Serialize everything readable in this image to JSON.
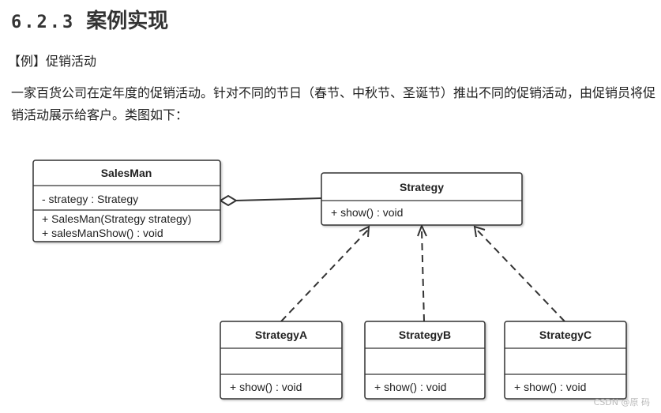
{
  "section": {
    "number": "6.2.3",
    "title": "案例实现"
  },
  "example_label": "【例】促销活动",
  "description": "一家百货公司在定年度的促销活动。针对不同的节日（春节、中秋节、圣诞节）推出不同的促销活动，由促销员将促销活动展示给客户。类图如下：",
  "diagram": {
    "classes": {
      "salesman": {
        "name": "SalesMan",
        "attributes": [
          "- strategy : Strategy"
        ],
        "methods": [
          "+ SalesMan(Strategy strategy)",
          "+ salesManShow() : void"
        ]
      },
      "strategy": {
        "name": "Strategy",
        "attributes": [],
        "methods": [
          "+ show() : void"
        ]
      },
      "strategy_a": {
        "name": "StrategyA",
        "attributes": [],
        "methods": [
          "+ show() : void"
        ]
      },
      "strategy_b": {
        "name": "StrategyB",
        "attributes": [],
        "methods": [
          "+ show() : void"
        ]
      },
      "strategy_c": {
        "name": "StrategyC",
        "attributes": [],
        "methods": [
          "+ show() : void"
        ]
      }
    },
    "relations": [
      {
        "type": "aggregation",
        "from": "salesman",
        "to": "strategy"
      },
      {
        "type": "realization",
        "from": "strategy_a",
        "to": "strategy"
      },
      {
        "type": "realization",
        "from": "strategy_b",
        "to": "strategy"
      },
      {
        "type": "realization",
        "from": "strategy_c",
        "to": "strategy"
      }
    ]
  },
  "watermark": "CSDN @原 码"
}
